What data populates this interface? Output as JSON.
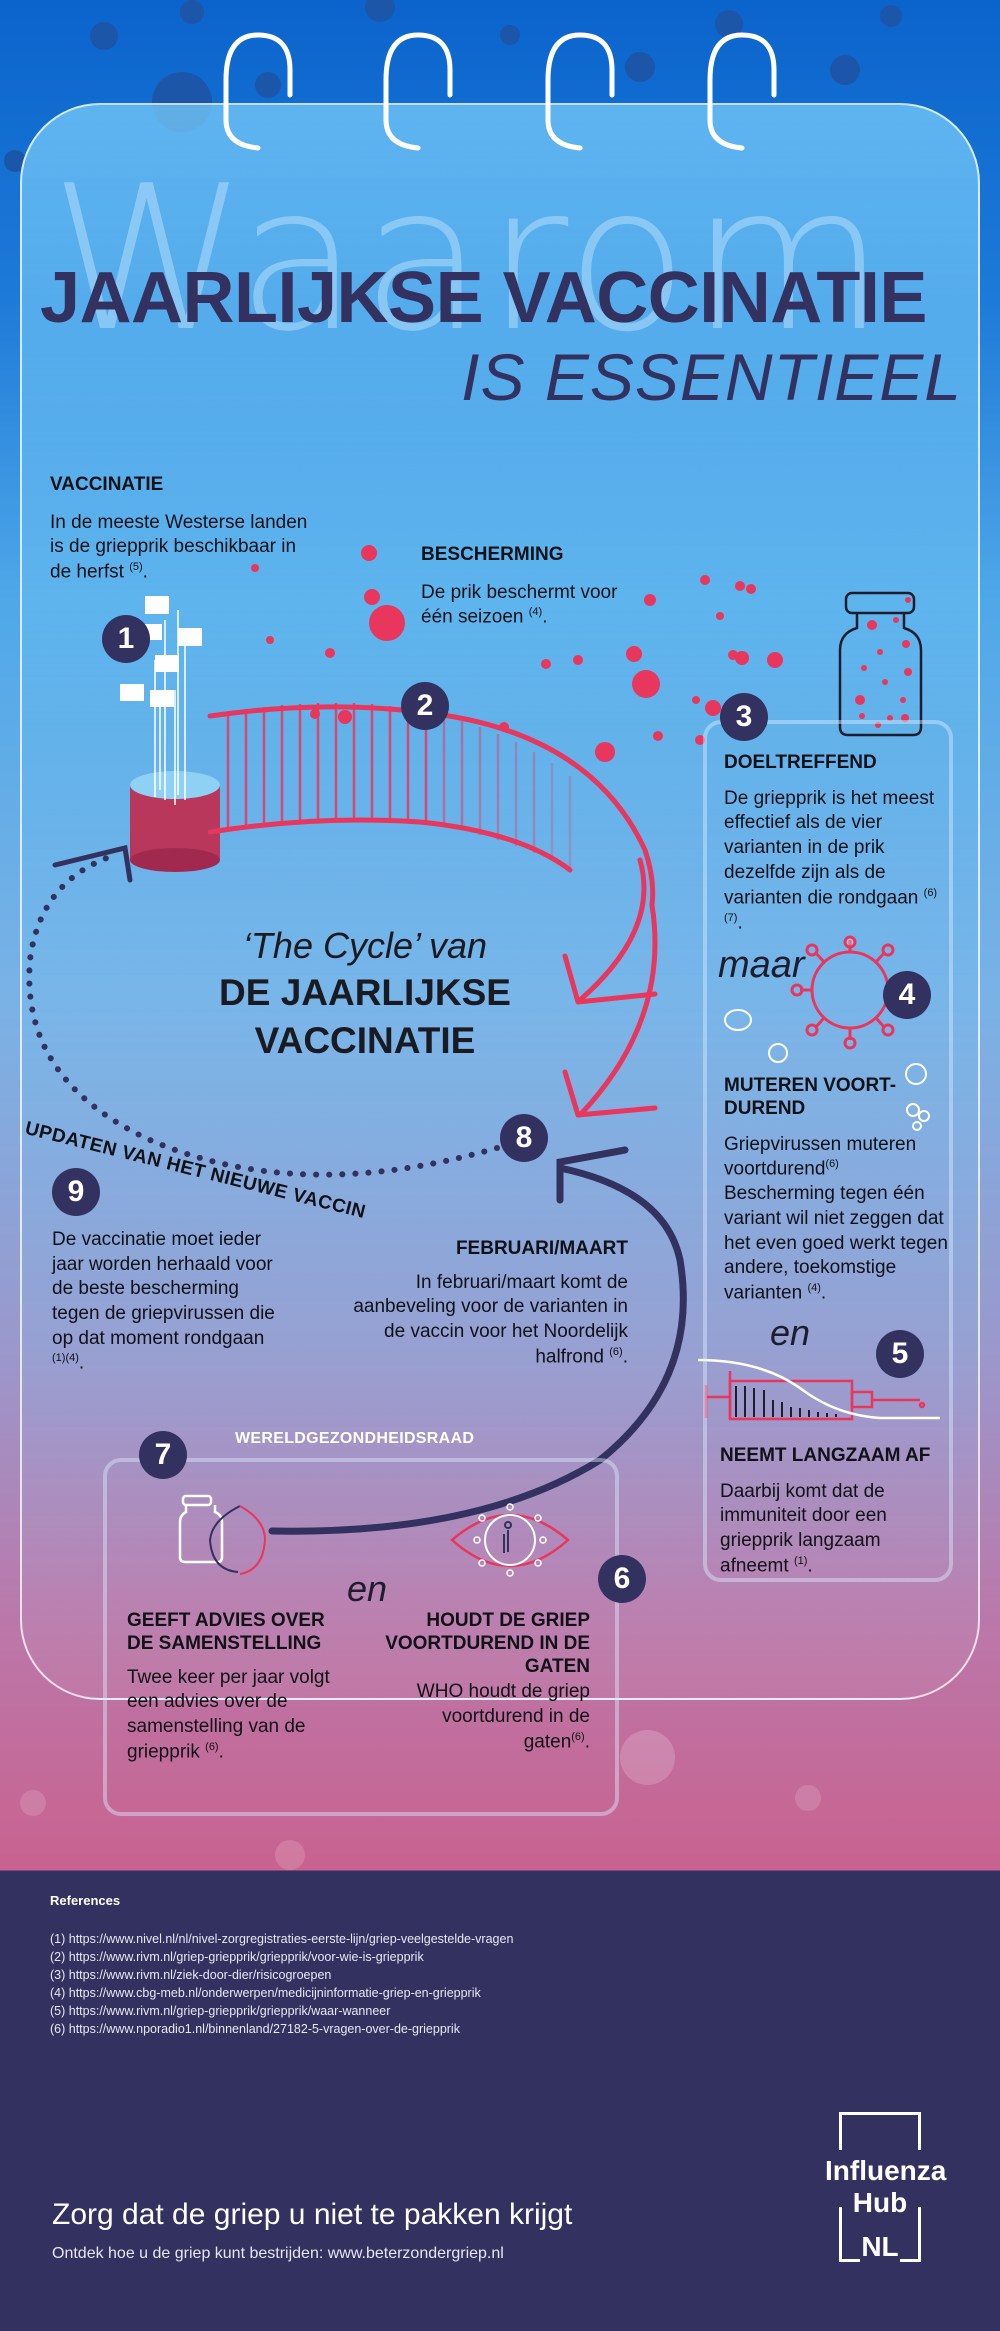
{
  "header": {
    "background_word": "Waarom",
    "title_line1": "JAARLIJKSE VACCINATIE",
    "title_line2": "IS ESSENTIEEL"
  },
  "colors": {
    "navy": "#32315f",
    "accent_red": "#e8365d",
    "top_blue": "#0a64cc",
    "bottom_pink": "#c9628f",
    "footer_bg": "#32315f"
  },
  "steps": [
    {
      "number": "1",
      "heading": "VACCINATIE",
      "text": "In de meeste Westerse landen is de griepprik beschikbaar in de herfst",
      "ref": "(5)",
      "icon": "cylinder-flags-icon"
    },
    {
      "number": "2",
      "heading": "BESCHERMING",
      "text": "De prik beschermt voor één seizoen",
      "ref": "(4)",
      "icon": "bridge-arc-icon"
    },
    {
      "number": "3",
      "heading": "DOELTREFFEND",
      "text": "De griepprik is het meest effectief als de vier varianten in de prik dezelfde zijn als de varianten die rondgaan",
      "ref": "(6)(7)",
      "icon": "vaccine-vial-icon"
    },
    {
      "number": "4",
      "connector": "maar",
      "heading": "MUTEREN VOORT-DUREND",
      "text_line1": "Griepvirussen muteren voortdurend",
      "ref1": "(6)",
      "text_line2": "Bescherming tegen één variant wil niet zeggen dat het even goed werkt tegen andere, toekomstige varianten",
      "ref": "(4)",
      "icon": "mutating-virus-icon"
    },
    {
      "number": "5",
      "connector": "en",
      "heading": "NEEMT LANGZAAM AF",
      "text": "Daarbij komt dat de immuniteit door een griepprik langzaam afneemt",
      "ref": "(1)",
      "icon": "syringe-decline-icon"
    },
    {
      "number": "6",
      "heading": "HOUDT DE GRIEP VOORTDUREND IN DE GATEN",
      "text": "WHO houdt de griep voortdurend in de gaten",
      "ref": "(6)",
      "icon": "eye-virus-icon"
    },
    {
      "number": "7",
      "group_label": "WERELDGEZONDHEIDSRAAD",
      "connector": "en",
      "heading": "GEEFT ADVIES OVER DE SAMENSTELLING",
      "text": "Twee keer per jaar volgt een advies over de samenstelling van de griepprik",
      "ref": "(6)",
      "icon": "vial-cycle-icon"
    },
    {
      "number": "8",
      "heading": "FEBRUARI/MAART",
      "text": "In februari/maart komt de aanbeveling voor de varianten in de vaccin voor het Noordelijk halfrond",
      "ref": "(6)"
    },
    {
      "number": "9",
      "arc_label": "UPDATEN VAN HET NIEUWE VACCIN",
      "text": "De vaccinatie moet ieder jaar worden herhaald voor de beste bescherming tegen de griepvirussen die op dat moment rondgaan",
      "ref": "(1)(4)"
    }
  ],
  "cycle": {
    "subtitle": "‘The Cycle’ van",
    "title_line1": "DE JAARLIJKSE",
    "title_line2": "VACCINATIE"
  },
  "references": {
    "title": "References",
    "items": [
      "(1) https://www.nivel.nl/nl/nivel-zorgregistraties-eerste-lijn/griep-veelgestelde-vragen",
      "(2) https://www.rivm.nl/griep-griepprik/griepprik/voor-wie-is-griepprik",
      "(3) https://www.rivm.nl/ziek-door-dier/risicogroepen",
      "(4) https://www.cbg-meb.nl/onderwerpen/medicijninformatie-griep-en-griepprik",
      "(5) https://www.rivm.nl/griep-griepprik/griepprik/waar-wanneer",
      "(6) https://www.nporadio1.nl/binnenland/27182-5-vragen-over-de-griepprik"
    ]
  },
  "footer": {
    "slogan": "Zorg dat de griep u niet te pakken krijgt",
    "subtext": "Ontdek hoe u de griep kunt bestrijden: www.beterzondergriep.nl",
    "logo": {
      "line1": "Influenza",
      "line2": "Hub",
      "line3": "NL"
    }
  }
}
